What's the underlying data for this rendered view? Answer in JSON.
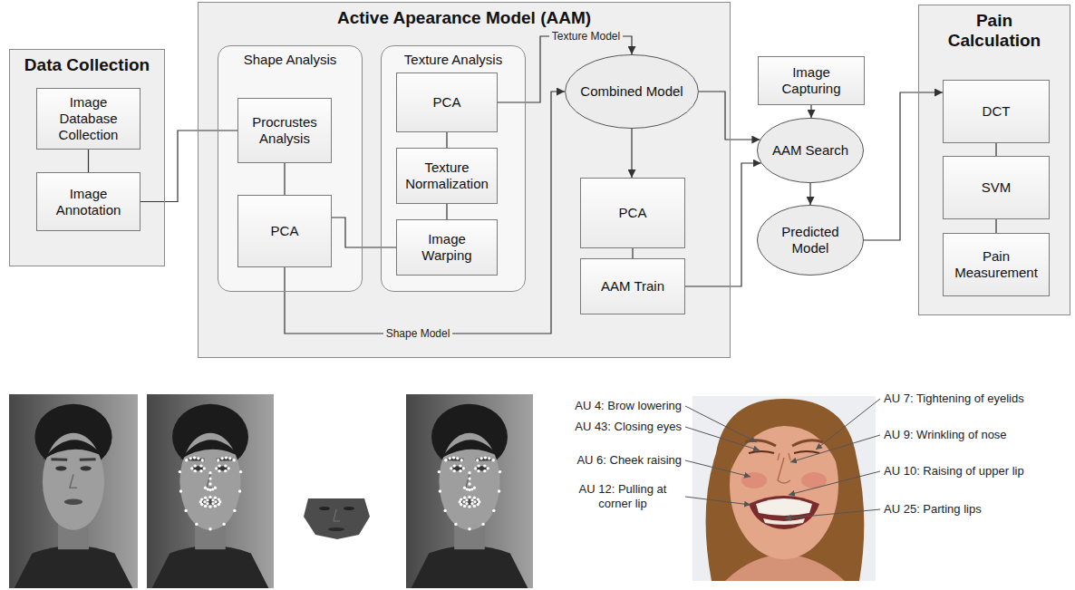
{
  "diagram": {
    "nodes": [
      {
        "text": [
          "Data Collection"
        ]
      },
      {
        "text": [
          "Image Database Collection"
        ],
        "in": 0
      },
      {
        "text": [
          "Image Annotation"
        ],
        "in": 0
      },
      {
        "text": [
          "Active Apearance Model (AAM)"
        ]
      },
      {
        "text": [
          "Shape Analysis"
        ],
        "in": 3
      },
      {
        "text": [
          "Procrustes Analysis"
        ],
        "in": 4
      },
      {
        "text": [
          "PCA"
        ],
        "in": 4
      },
      {
        "text": [
          "Texture Analysis"
        ],
        "in": 3
      },
      {
        "text": [
          "PCA"
        ],
        "in": 7
      },
      {
        "text": [
          "Texture Normalization"
        ],
        "in": 7
      },
      {
        "text": [
          "Image Warping"
        ],
        "in": 7
      },
      {
        "text": [
          "Combined Model"
        ],
        "in": 3
      },
      {
        "text": [
          "PCA"
        ],
        "in": 3
      },
      {
        "text": [
          "AAM Train"
        ],
        "in": 3
      },
      {
        "text": [
          "Image Capturing"
        ]
      },
      {
        "text": [
          "AAM Search"
        ]
      },
      {
        "text": [
          "Predicted Model"
        ]
      },
      {
        "text": [
          "Pain Calculation"
        ]
      },
      {
        "text": [
          "DCT"
        ],
        "in": 17
      },
      {
        "text": [
          "SVM"
        ],
        "in": 17
      },
      {
        "text": [
          "Pain Measurement"
        ],
        "in": 17
      }
    ],
    "edges": [
      {
        "from": 1,
        "to": 2,
        "arrow": "none"
      },
      {
        "from": 2,
        "to": 5,
        "arrow": "none"
      },
      {
        "from": 5,
        "to": 6,
        "arrow": "none"
      },
      {
        "from": 8,
        "to": 9,
        "arrow": "none"
      },
      {
        "from": 9,
        "to": 10,
        "arrow": "none"
      },
      {
        "from": 6,
        "to": 10,
        "arrow": "none"
      },
      {
        "from": 8,
        "to": 11,
        "arrow": "to",
        "label": "Texture Model"
      },
      {
        "from": 6,
        "to": 11,
        "arrow": "to",
        "label": "Shape Model"
      },
      {
        "from": 11,
        "to": 12,
        "arrow": "to"
      },
      {
        "from": 12,
        "to": 13,
        "arrow": "none"
      },
      {
        "from": 11,
        "to": 15,
        "arrow": "to"
      },
      {
        "from": 13,
        "to": 15,
        "arrow": "to"
      },
      {
        "from": 14,
        "to": 15,
        "arrow": "to"
      },
      {
        "from": 15,
        "to": 16,
        "arrow": "to"
      },
      {
        "from": 16,
        "to": 18,
        "arrow": "to"
      },
      {
        "from": 18,
        "to": 19,
        "arrow": "none"
      },
      {
        "from": 19,
        "to": 20,
        "arrow": "none"
      }
    ],
    "labels": [
      "AU 4: Brow lowering",
      "AU 43: Closing eyes",
      "AU 6: Cheek raising",
      "AU 12: Pulling at corner lip",
      "AU 7: Tightening of eyelids",
      "AU 9: Wrinkling of nose",
      "AU 10: Raising of upper lip",
      "AU 25: Parting lips"
    ]
  }
}
